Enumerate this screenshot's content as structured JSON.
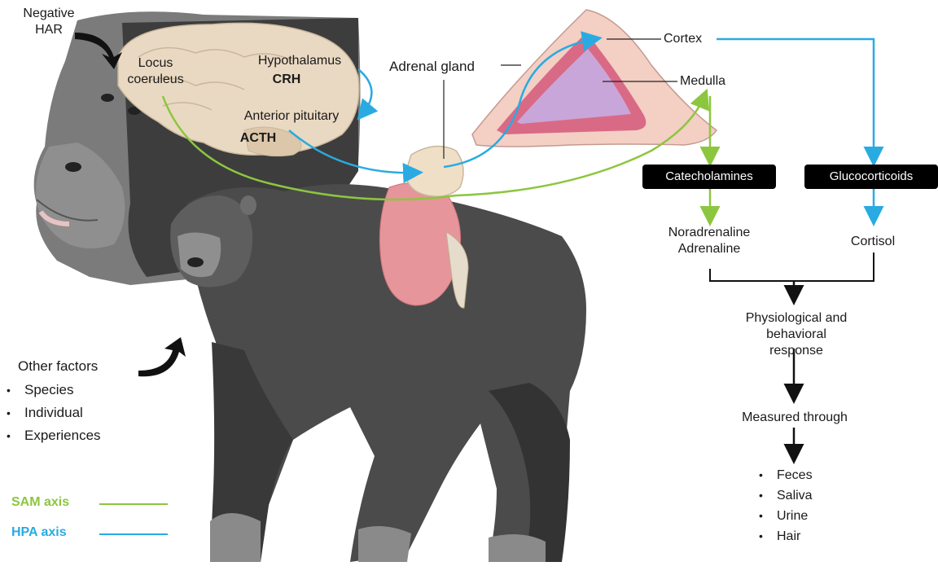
{
  "colors": {
    "sam": "#8cc63f",
    "hpa": "#29abe2",
    "black": "#111111",
    "gorilla_dark": "#3d3d3d",
    "gorilla_mid": "#5a5a5a",
    "gorilla_light": "#8c8c8c",
    "brain": "#ead9c2",
    "kidney": "#e6959a",
    "adrenal_outer": "#f3cfc4",
    "adrenal_medulla": "#c9a6d9"
  },
  "labels": {
    "negative_har": "Negative\nHAR",
    "locus_coeruleus": "Locus\ncoeruleus",
    "hypothalamus": "Hypothalamus",
    "crh": "CRH",
    "anterior_pituitary": "Anterior pituitary",
    "acth": "ACTH",
    "adrenal_gland": "Adrenal gland",
    "cortex": "Cortex",
    "medulla": "Medulla",
    "catecholamines": "Catecholamines",
    "glucocorticoids": "Glucocorticoids",
    "noradrenaline_adrenaline": "Noradrenaline\nAdrenaline",
    "cortisol": "Cortisol",
    "response": "Physiological and behavioral\nresponse",
    "measured_through": "Measured through"
  },
  "other_factors": {
    "title": "Other factors",
    "items": [
      "Species",
      "Individual",
      "Experiences"
    ]
  },
  "measures": [
    "Feces",
    "Saliva",
    "Urine",
    "Hair"
  ],
  "legend": {
    "sam": "SAM axis",
    "hpa": "HPA axis"
  }
}
